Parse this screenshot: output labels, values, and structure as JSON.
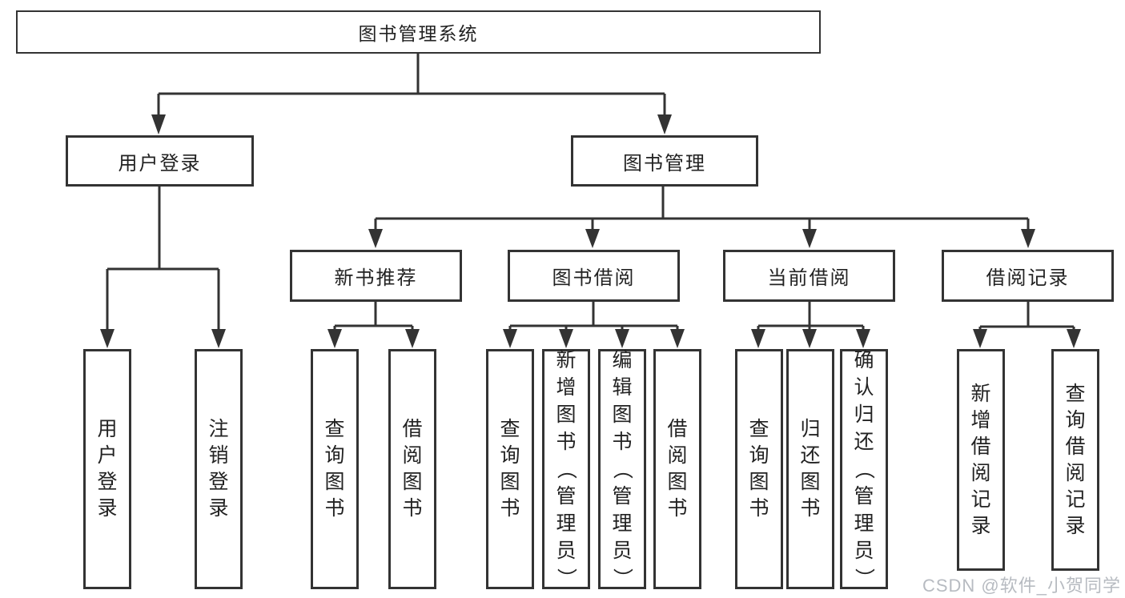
{
  "diagram": {
    "root": {
      "label": "图书管理系统"
    },
    "level2": [
      {
        "label": "用户登录"
      },
      {
        "label": "图书管理"
      }
    ],
    "level3": [
      {
        "label": "新书推荐"
      },
      {
        "label": "图书借阅"
      },
      {
        "label": "当前借阅"
      },
      {
        "label": "借阅记录"
      }
    ],
    "leaves": {
      "user_login": [
        "用户登录",
        "注销登录"
      ],
      "new_books": [
        "查询图书",
        "借阅图书"
      ],
      "book_borrow": [
        "查询图书",
        "新增图书（管理员）",
        "编辑图书（管理员）",
        "借阅图书"
      ],
      "current_borrow": [
        "查询图书",
        "归还图书",
        "确认归还（管理员）"
      ],
      "borrow_records": [
        "新增借阅记录",
        "查询借阅记录"
      ]
    }
  },
  "watermark": "CSDN @软件_小贺同学",
  "colors": {
    "line": "#333333",
    "text": "#222222",
    "watermark": "#b7bbc1",
    "background": "#ffffff"
  }
}
